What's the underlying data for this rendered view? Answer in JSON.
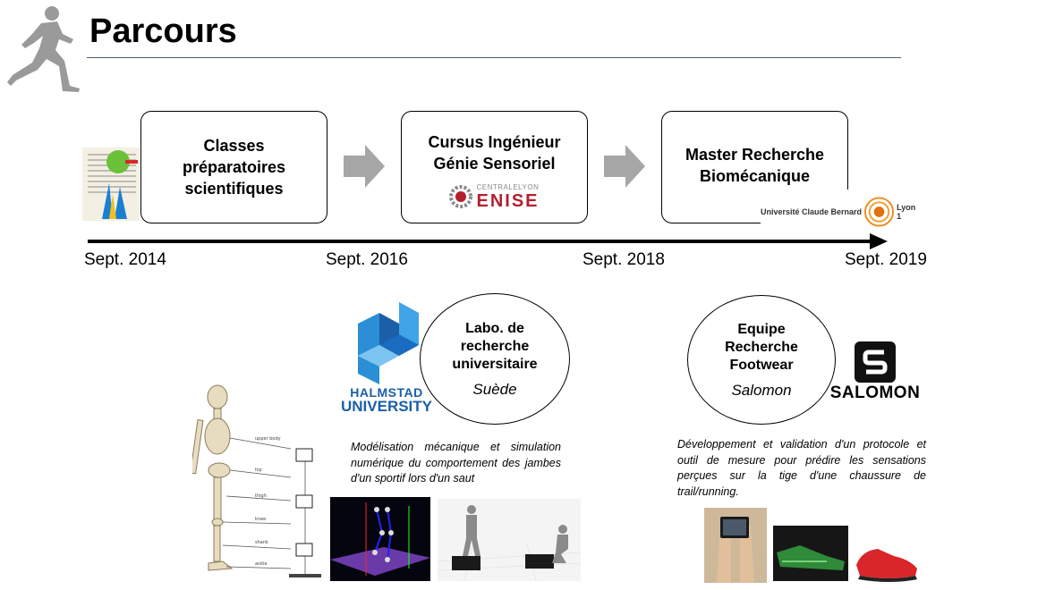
{
  "header": {
    "title": "Parcours"
  },
  "timeline": {
    "steps": [
      {
        "lines": [
          "Classes",
          "préparatoires",
          "scientifiques"
        ]
      },
      {
        "lines": [
          "Cursus Ingénieur",
          "Génie Sensoriel"
        ],
        "logo_top": "CENTRALELYON",
        "logo_main": "ENISE"
      },
      {
        "lines": [
          "Master Recherche",
          "Biomécanique"
        ],
        "logo_left": "Université Claude Bernard",
        "logo_mid": "Lyon 1"
      }
    ],
    "dates": [
      "Sept. 2014",
      "Sept. 2016",
      "Sept. 2018",
      "Sept. 2019"
    ]
  },
  "labs": [
    {
      "lines": [
        "Labo. de",
        "recherche",
        "universitaire"
      ],
      "place": "Suède",
      "logo": [
        "HALMSTAD",
        "UNIVERSITY"
      ],
      "desc": "Modélisation mécanique et simulation numérique du comportement des jambes d'un sportif lors d'un saut"
    },
    {
      "lines": [
        "Equipe",
        "Recherche",
        "Footwear"
      ],
      "place": "Salomon",
      "logo": [
        "SALOMON"
      ],
      "desc": "Développement et validation d'un protocole et outil de mesure pour prédire les sensations perçues sur la tige d'une chaussure de trail/running."
    }
  ],
  "diagram": {
    "labels": [
      "upper body",
      "hip",
      "thigh",
      "knee",
      "shank",
      "ankle"
    ]
  },
  "colors": {
    "accent_gray": "#a6a6a6",
    "halmstad_blue": "#1a6fb5",
    "enise_red": "#b3202e",
    "shoe_red": "#d9262b"
  }
}
